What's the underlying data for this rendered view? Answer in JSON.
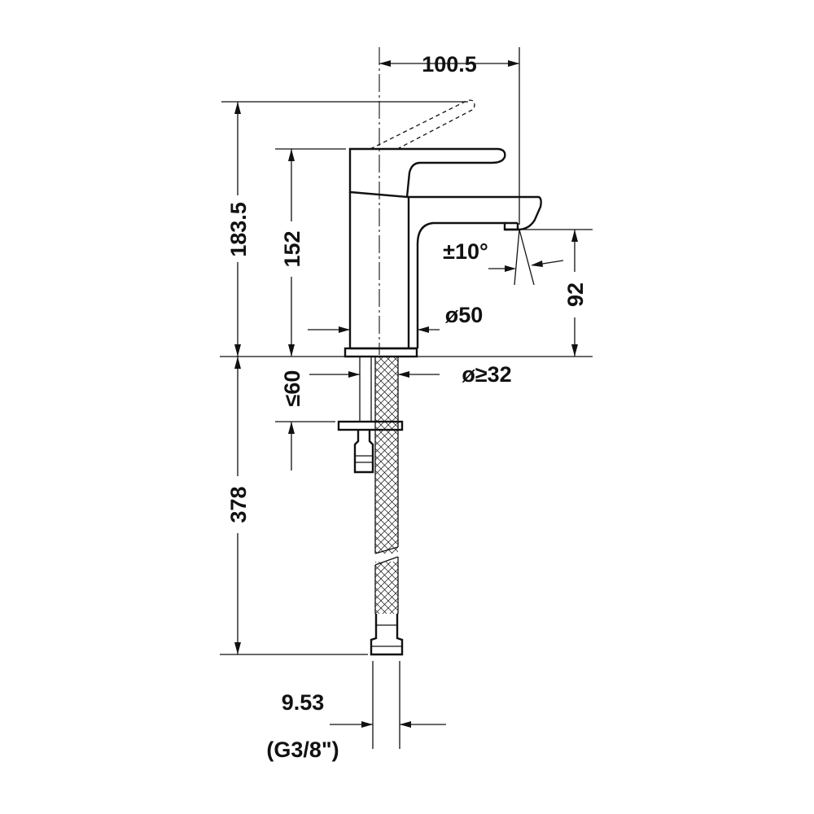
{
  "drawing": {
    "dimensions": {
      "spout_reach": "100.5",
      "total_height": "183.5",
      "body_height": "152",
      "tilt_angle": "±10°",
      "body_diameter": "ø50",
      "outlet_height": "92",
      "deck_thickness": "≤60",
      "hole_diameter": "ø≥32",
      "hose_length": "378",
      "connector_diameter": "9.53",
      "thread_spec": "(G3/8\")"
    }
  }
}
